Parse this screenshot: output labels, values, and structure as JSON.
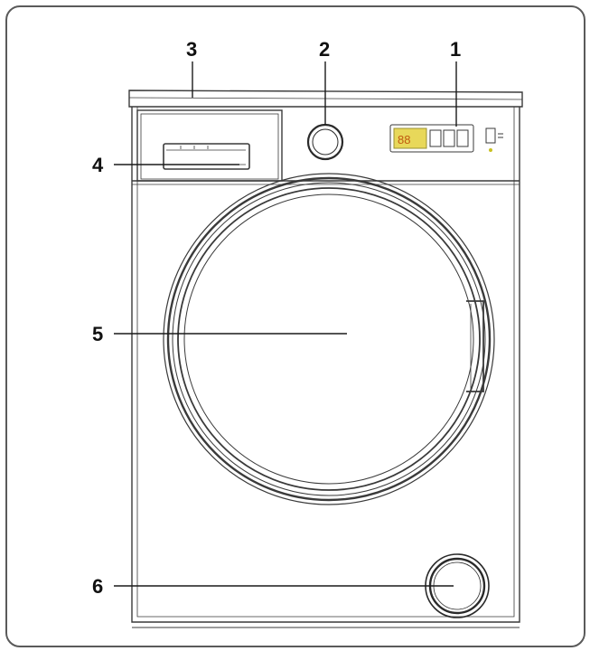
{
  "callouts": {
    "control_panel": "1",
    "program_knob": "2",
    "top_cover": "3",
    "detergent_drawer": "4",
    "door": "5",
    "filter_cover": "6"
  },
  "colors": {
    "line": "#3a3a3a",
    "leader": "#1a1a1a",
    "display_accent": "#e8d85a",
    "indicator_led": "#c8c020"
  }
}
